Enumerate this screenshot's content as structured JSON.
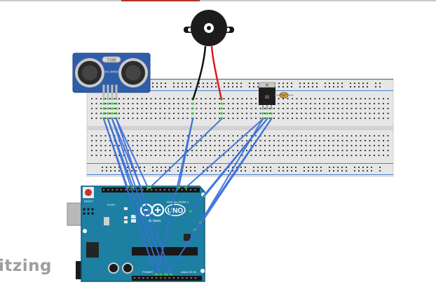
{
  "watermark": "itzing",
  "sensor": {
    "model": "HC-SR04",
    "crystal": "T-000"
  },
  "arduino": {
    "brand": "Arduino",
    "model": "UNO",
    "digital_header": "DIGITAL (PWM~)",
    "analog_header": "ANALOG IN",
    "reset_label": "RESET",
    "icsp_label": "ICSP2",
    "power_label": "POWER"
  },
  "colors": {
    "board": "#1d7fa2",
    "board_dark": "#135f7b",
    "wire": "#3a6fd8",
    "buzzer_neg": "#111111",
    "buzzer_pos": "#e11b1b",
    "sensor_blue": "#2f5ea8",
    "rail_red": "#d9534f",
    "rail_blue": "#4a7fd0",
    "pin_lit": "#3cc43c"
  },
  "icons": [
    "ultrasonic-sensor-icon",
    "piezo-buzzer-icon",
    "transistor-icon",
    "photoresistor-icon",
    "arduino-uno-icon"
  ]
}
